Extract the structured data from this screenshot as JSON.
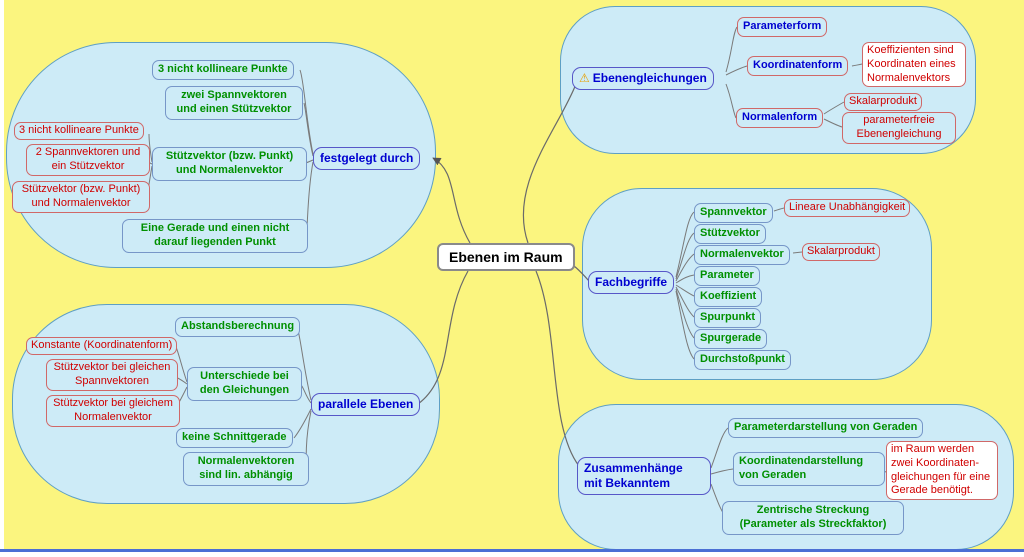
{
  "root": {
    "label": "Ebenen im Raum"
  },
  "colors": {
    "background": "#FBF57F",
    "cloud_fill": "#CDEBF7",
    "cloud_border": "#5E9FC4",
    "green_node": "#009000",
    "red_node": "#D00000",
    "blue_branch": "#0000D0"
  },
  "festgelegt_durch": {
    "label": "festgelegt durch",
    "children": {
      "punkte": "3 nicht kollineare Punkte",
      "spannvektoren": "zwei Spannvektoren und einen Stützvektor",
      "stuetz_normal": "Stützvektor (bzw. Punkt) und Normalenvektor",
      "gerade_punkt": "Eine Gerade und einen nicht darauf liegenden Punkt"
    },
    "details": {
      "punkte": "3 nicht kollineare Punkte",
      "spann_stuetz": "2 Spannvektoren und ein Stützvektor",
      "stuetz_normal": "Stützvektor (bzw. Punkt) und Normalenvektor"
    }
  },
  "ebenengleichungen": {
    "warning_icon": "⚠",
    "label": "Ebenengleichungen",
    "parameterform": "Parameterform",
    "koordinatenform": "Koordinatenform",
    "koordinatenform_note": "Koeffizienten sind Koordinaten eines Normalenvektors",
    "normalenform": "Normalenform",
    "normalenform_skalarprodukt": "Skalarprodukt",
    "normalenform_note": "parameterfreie Ebenengleichung"
  },
  "fachbegriffe": {
    "label": "Fachbegriffe",
    "terms": [
      "Spannvektor",
      "Stützvektor",
      "Normalenvektor",
      "Parameter",
      "Koeffizient",
      "Spurpunkt",
      "Spurgerade",
      "Durchstoßpunkt"
    ],
    "spannvektor_note": "Lineare Unabhängigkeit",
    "normalenvektor_note": "Skalarprodukt"
  },
  "parallele_ebenen": {
    "label": "parallele Ebenen",
    "abstandsberechnung": "Abstandsberechnung",
    "unterschiede": "Unterschiede bei den Gleichungen",
    "unterschiede_details": [
      "Konstante (Koordinatenform)",
      "Stützvektor bei gleichen Spannvektoren",
      "Stützvektor bei gleichem Normalenvektor"
    ],
    "keine_schnittgerade": "keine Schnittgerade",
    "normalenvektoren": "Normalenvektoren sind lin. abhängig"
  },
  "zusammenhaenge": {
    "label": "Zusammenhänge mit Bekanntem",
    "parameterdarstellung": "Parameterdarstellung von Geraden",
    "koordinatendarstellung": "Koordinatendarstellung von Geraden",
    "koordinatendarstellung_note": "im Raum werden zwei Koordinaten-gleichungen für eine Gerade benötigt.",
    "zentrische_streckung": "Zentrische Streckung (Parameter als Streckfaktor)"
  }
}
